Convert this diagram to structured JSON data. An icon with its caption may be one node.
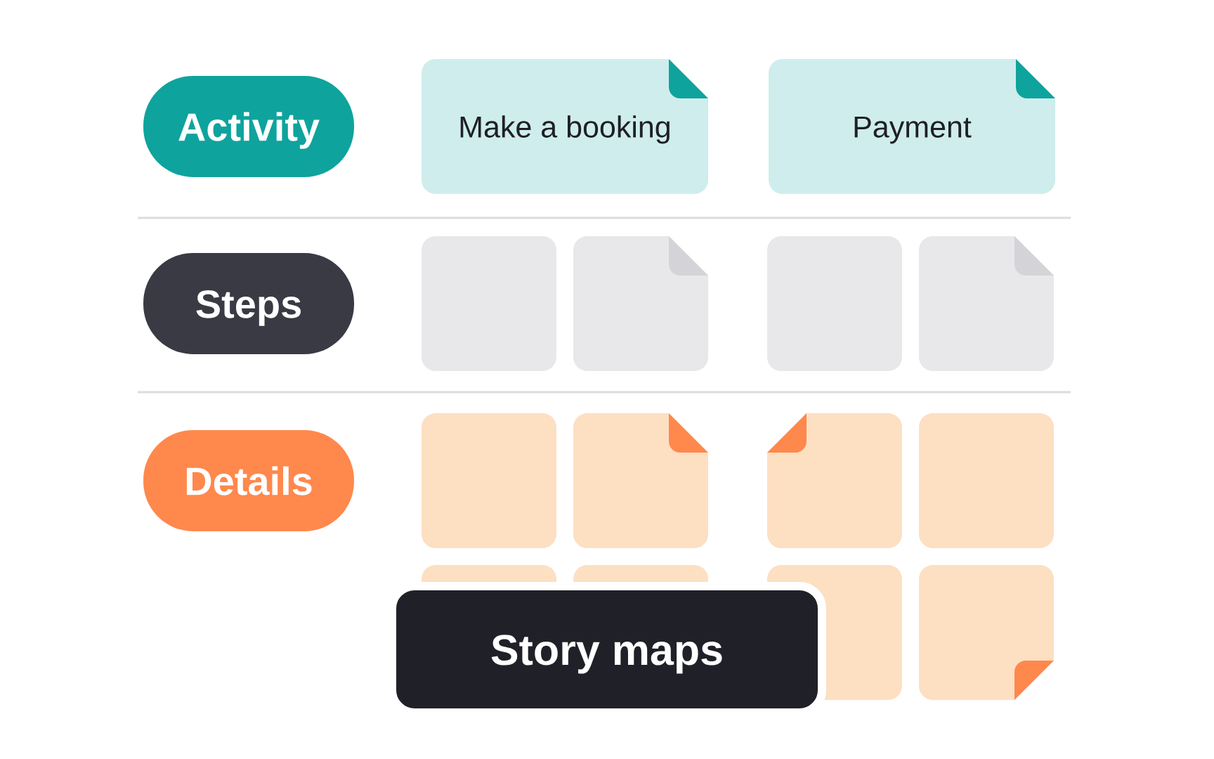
{
  "diagram": {
    "nodes": [
      {
        "text": [
          "Activity"
        ]
      },
      {
        "text": [
          "Make a booking"
        ]
      },
      {
        "text": [
          "Payment"
        ]
      },
      {
        "text": [
          "Steps"
        ]
      },
      {
        "text": [],
        "shape": "box"
      },
      {
        "text": [],
        "shape": "box"
      },
      {
        "text": [],
        "shape": "box"
      },
      {
        "text": [],
        "shape": "box"
      },
      {
        "text": [
          "Details"
        ]
      },
      {
        "text": [],
        "shape": "box"
      },
      {
        "text": [],
        "shape": "box"
      },
      {
        "text": [],
        "shape": "box"
      },
      {
        "text": [],
        "shape": "box"
      },
      {
        "text": [],
        "shape": "box"
      },
      {
        "text": [],
        "shape": "box"
      },
      {
        "text": [],
        "shape": "box"
      },
      {
        "text": [],
        "shape": "box"
      },
      {
        "text": [
          "Story maps"
        ]
      }
    ]
  }
}
